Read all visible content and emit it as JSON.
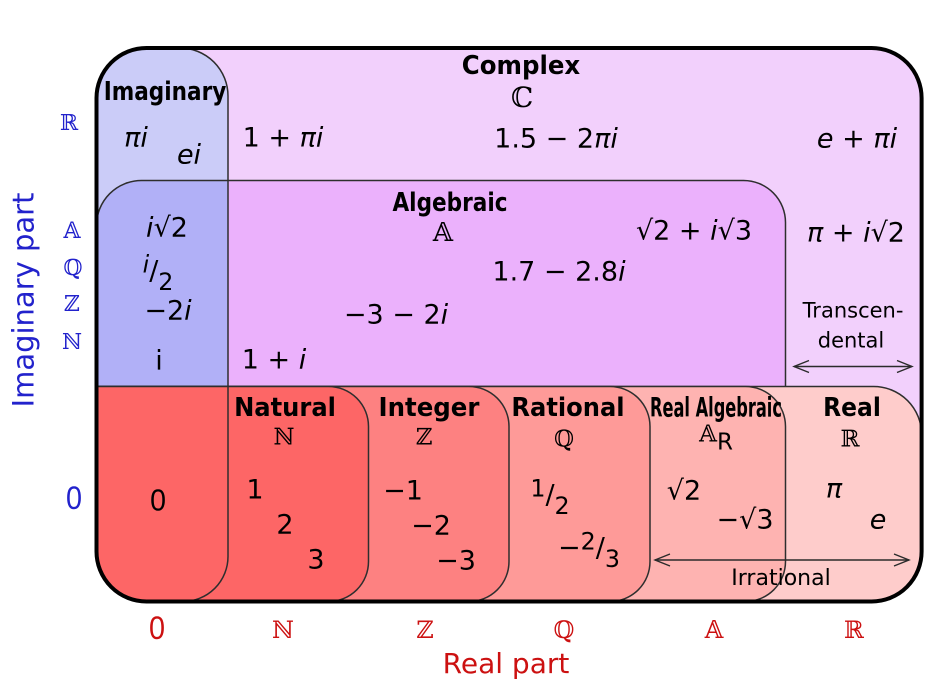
{
  "axes": {
    "x": {
      "label": "Real part",
      "color": "#cc1111",
      "ticks": [
        "0",
        "ℕ",
        "ℤ",
        "ℚ",
        "𝔸",
        "ℝ"
      ]
    },
    "y": {
      "label": "Imaginary part",
      "color": "#2222cc",
      "ticks": [
        "ℝ",
        "𝔸",
        "ℚ",
        "ℤ",
        "ℕ",
        "0"
      ]
    }
  },
  "sets": {
    "complex": {
      "name": "Complex",
      "symbol": "ℂ",
      "color": "#f2d0fc",
      "examples": [
        "1 + πi",
        "1.5 − 2πi",
        "e + πi",
        "π + i√2"
      ]
    },
    "imaginary": {
      "name": "Imaginary",
      "color": "#cbccf8",
      "color_algebraic_overlap": "#b1b0f7",
      "examples": [
        "πi",
        "ei",
        "i√2",
        "i/2",
        "−2i",
        "i"
      ]
    },
    "algebraic": {
      "name": "Algebraic",
      "symbol": "𝔸",
      "color": "#ebb1fc",
      "examples": [
        "√2 + i√3",
        "1.7 − 2.8i",
        "−3 − 2i",
        "1 + i"
      ]
    },
    "zero": {
      "example": "0",
      "color": "#fd6666"
    },
    "natural": {
      "name": "Natural",
      "symbol": "ℕ",
      "color": "#fd6666",
      "examples": [
        "1",
        "2",
        "3"
      ]
    },
    "integer": {
      "name": "Integer",
      "symbol": "ℤ",
      "color": "#fd8181",
      "examples": [
        "−1",
        "−2",
        "−3"
      ]
    },
    "rational": {
      "name": "Rational",
      "symbol": "ℚ",
      "color": "#fe9a98",
      "examples": [
        "1/2",
        "−2/3"
      ]
    },
    "real_algebraic": {
      "name": "Real Algebraic",
      "symbol": "𝔸",
      "symbol_sub": "R",
      "color": "#feb3b1",
      "examples": [
        "√2",
        "−√3"
      ]
    },
    "real": {
      "name": "Real",
      "symbol": "ℝ",
      "color": "#fecccb",
      "examples": [
        "π",
        "e"
      ]
    }
  },
  "annotations": {
    "transcendental_line1": "Transcen-",
    "transcendental_line2": "dental",
    "irrational": "Irrational"
  },
  "style": {
    "outer_border_color": "#000000",
    "inner_line_color": "#2e2e2e",
    "arrow_color": "#2b2b2b"
  }
}
